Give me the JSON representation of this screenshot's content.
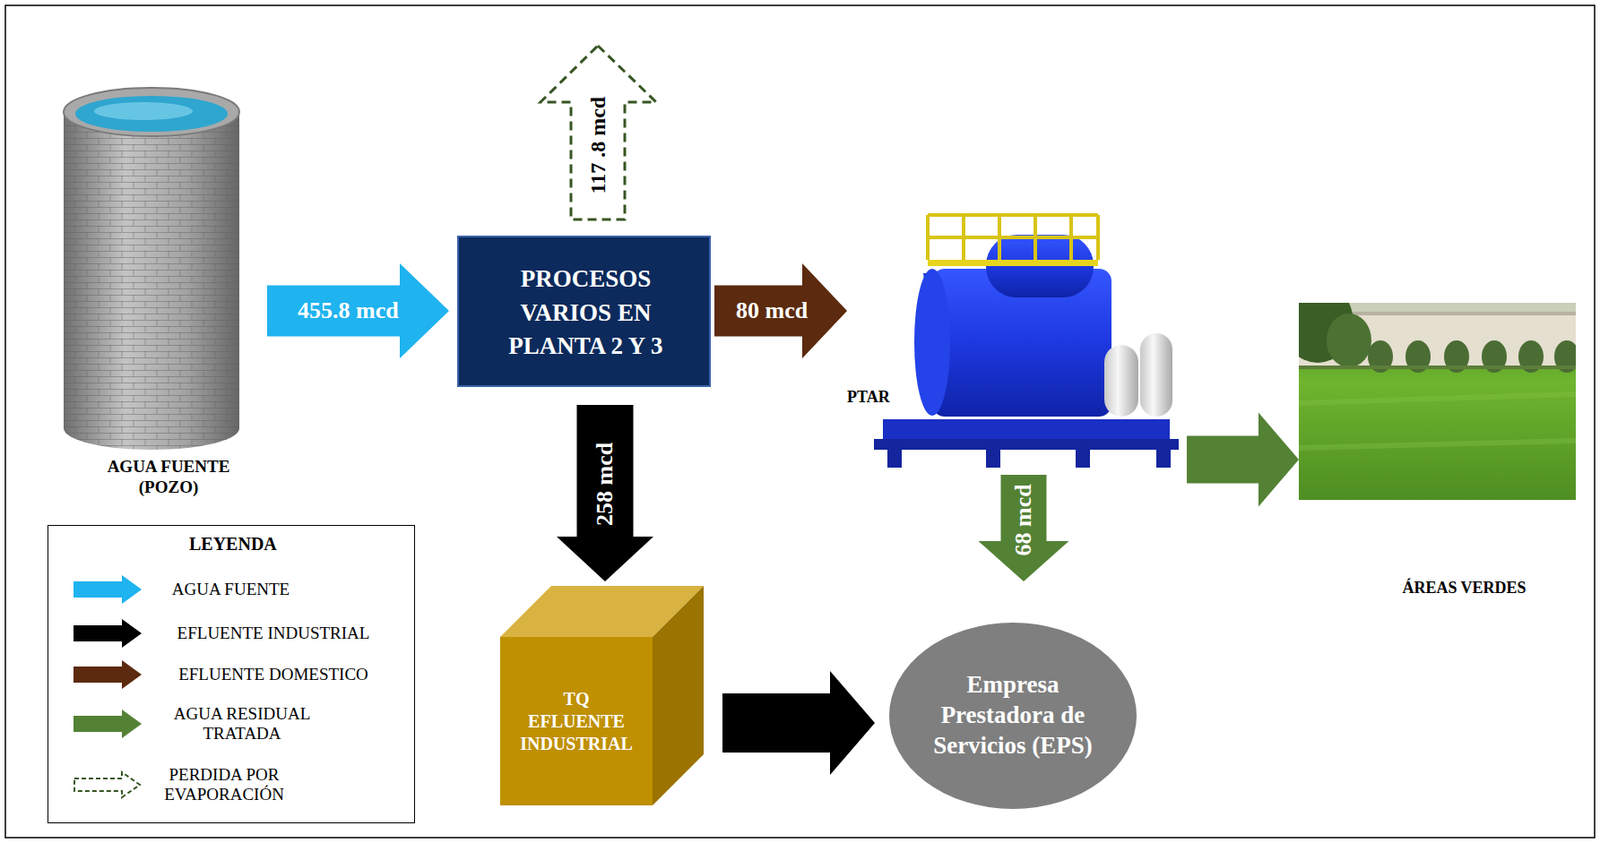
{
  "diagram": {
    "nodes": [
      {
        "text": [
          "AGUA FUENTE (POZO)"
        ]
      },
      {
        "text": [
          "PROCESOS VARIOS EN PLANTA 2 Y 3"
        ]
      },
      {
        "text": [
          "PTAR"
        ]
      },
      {
        "text": [
          "ÁREAS VERDES"
        ]
      },
      {
        "text": [
          "TQ EFLUENTE INDUSTRIAL"
        ]
      },
      {
        "text": [
          "Empresa Prestadora de Servicios (EPS)"
        ]
      }
    ],
    "edges": [
      {
        "from": 0,
        "to": 1,
        "label": "455.8 mcd",
        "arrow": "to"
      },
      {
        "from": 1,
        "to": 2,
        "label": "80 mcd",
        "arrow": "to"
      },
      {
        "from": 1,
        "to": 4,
        "label": "258 mcd",
        "arrow": "to"
      },
      {
        "from": 2,
        "to": 3,
        "arrow": "to"
      },
      {
        "from": 2,
        "to": 5,
        "label": "68 mcd",
        "arrow": "to"
      },
      {
        "from": 4,
        "to": 5,
        "arrow": "to"
      }
    ],
    "labels": [
      "117 .8 mcd",
      "LEYENDA"
    ],
    "legend": [
      {
        "text": "AGUA FUENTE",
        "color": "#1fb3ef"
      },
      {
        "text": "EFLUENTE INDUSTRIAL",
        "color": "#000000"
      },
      {
        "text": "EFLUENTE DOMESTICO",
        "color": "#5c2a0e"
      },
      {
        "text": "AGUA RESIDUAL TRATADA",
        "color": "#548235"
      },
      {
        "text": "PERDIDA POR EVAPORACIÓN"
      }
    ]
  }
}
